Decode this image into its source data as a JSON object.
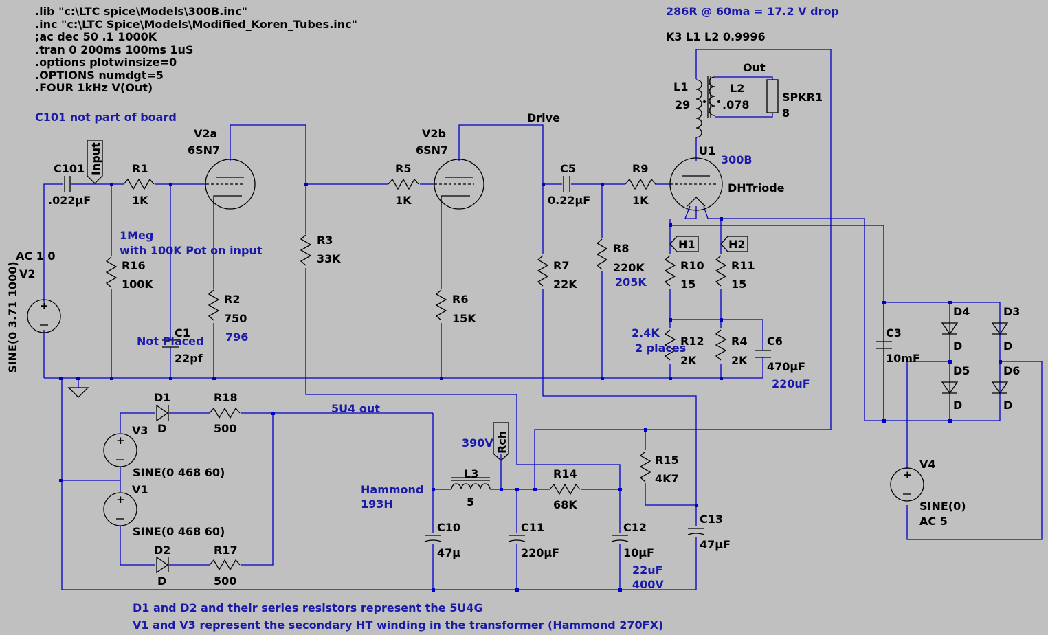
{
  "directives": [
    ".lib \"c:\\LTC spice\\Models\\300B.inc\"",
    ".inc \"c:\\LTC Spice\\Models\\Modified_Koren_Tubes.inc\"",
    ";ac dec 50 .1 1000K",
    ".tran 0 200ms 100ms 1uS",
    ".options plotwinsize=0",
    ".OPTIONS numdgt=5",
    ".FOUR 1kHz V(Out)"
  ],
  "notes": {
    "drop": "286R @ 60ma = 17.2 V drop",
    "coupling": "K3 L1 L2 0.9996",
    "c101": "C101 not part of board",
    "r16_a": "1Meg",
    "r16_b": "with 100K Pot on input",
    "not_placed": "Not Placed",
    "r2_alt": "796",
    "r8_alt": "205K",
    "r12_a": "2.4K",
    "r12_b": "2 places",
    "c6_alt": "220uF",
    "rch_v": "390V",
    "hammond_a": "Hammond",
    "hammond_b": "193H",
    "c12_a": "22uF",
    "c12_b": "400V",
    "bottom_1": "D1 and D2 and their series resistors represent the 5U4G",
    "bottom_2": "V1 and V3 represent the secondary HT winding in the transformer (Hammond 270FX)"
  },
  "nets": {
    "input": "Input",
    "drive": "Drive",
    "out": "Out",
    "u4out": "5U4 out",
    "h1": "H1",
    "h2": "H2",
    "rch": "Rch"
  },
  "labels": {
    "v2_name": "V2",
    "v2_ac": "AC 1 0",
    "v2_sine": "SINE(0 3.71 1000)",
    "c101": "C101",
    "c101_v": ".022µF",
    "r1": "R1",
    "r1_v": "1K",
    "v2a": "V2a",
    "v2a_m": "6SN7",
    "r5": "R5",
    "r5_v": "1K",
    "v2b": "V2b",
    "v2b_m": "6SN7",
    "c5": "C5",
    "c5_v": "0.22µF",
    "r9": "R9",
    "r9_v": "1K",
    "u1": "U1",
    "u1_m": "300B",
    "u1_t": "DHTriode",
    "l1": "L1",
    "l1_v": "29",
    "l2": "L2",
    "l2_v": ".078",
    "spkr": "SPKR1",
    "spkr_v": "8",
    "r16": "R16",
    "r16_v": "100K",
    "r3": "R3",
    "r3_v": "33K",
    "r7": "R7",
    "r7_v": "22K",
    "r8": "R8",
    "r8_v": "220K",
    "r10": "R10",
    "r10_v": "15",
    "r11": "R11",
    "r11_v": "15",
    "r2": "R2",
    "r2_v": "750",
    "r6": "R6",
    "r6_v": "15K",
    "c1": "C1",
    "c1_v": "22pf",
    "r12": "R12",
    "r12_v": "2K",
    "r4": "R4",
    "r4_v": "2K",
    "c6": "C6",
    "c6_v": "470µF",
    "c3": "C3",
    "c3_v": "10mF",
    "d4": "D4",
    "d4_v": "D",
    "d3": "D3",
    "d3_v": "D",
    "d5": "D5",
    "d5_v": "D",
    "d6": "D6",
    "d6_v": "D",
    "d1": "D1",
    "d1_v": "D",
    "d2": "D2",
    "d2_v": "D",
    "r18": "R18",
    "r18_v": "500",
    "r17": "R17",
    "r17_v": "500",
    "v3": "V3",
    "v3_s": "SINE(0 468 60)",
    "v1": "V1",
    "v1_s": "SINE(0 468 60)",
    "l3": "L3",
    "l3_v": "5",
    "r14": "R14",
    "r14_v": "68K",
    "r15": "R15",
    "r15_v": "4K7",
    "c10": "C10",
    "c10_v": "47µ",
    "c11": "C11",
    "c11_v": "220µF",
    "c12": "C12",
    "c12_v": "10µF",
    "c13": "C13",
    "c13_v": "47µF",
    "v4": "V4",
    "v4_s": "SINE(0)",
    "v4_ac": "AC 5"
  }
}
